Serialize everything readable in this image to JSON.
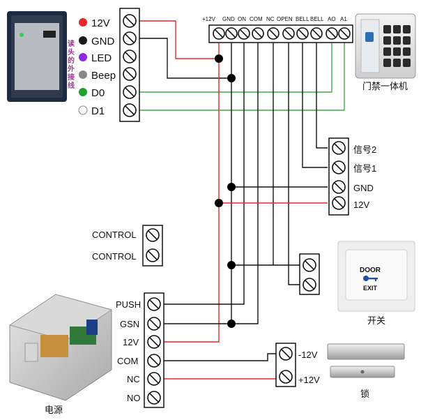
{
  "reader": {
    "side_label": "读头的外接线",
    "wires": [
      {
        "label": "12V",
        "color": "#e8262a"
      },
      {
        "label": "GND",
        "color": "#1a1a1a"
      },
      {
        "label": "LED",
        "color": "#8a2be2"
      },
      {
        "label": "Beep",
        "color": "#888888"
      },
      {
        "label": "D0",
        "color": "#1fa02f"
      },
      {
        "label": "D1",
        "color": "#ffffff"
      }
    ]
  },
  "controller": {
    "terminals": [
      "+12V",
      "GND",
      "ON",
      "COM",
      "NC",
      "OPEN",
      "BELL",
      "BELL",
      "AO",
      "A1"
    ],
    "caption": "门禁一体机"
  },
  "bell_block": {
    "labels": [
      "信号2",
      "信号1",
      "GND",
      "12V"
    ]
  },
  "control_block": {
    "labels": [
      "CONTROL",
      "CONTROL"
    ]
  },
  "exit_switch": {
    "line1": "DOOR",
    "line2": "EXIT",
    "caption": "开关"
  },
  "psu": {
    "labels": [
      "PUSH",
      "GSN",
      "12V",
      "COM",
      "NC",
      "NO"
    ],
    "caption": "电源"
  },
  "lock": {
    "labels": [
      "-12V",
      "+12V"
    ],
    "caption": "锁"
  },
  "colors": {
    "red_wire": "#e8262a",
    "black_wire": "#111111",
    "green_wire": "#3fae49"
  }
}
